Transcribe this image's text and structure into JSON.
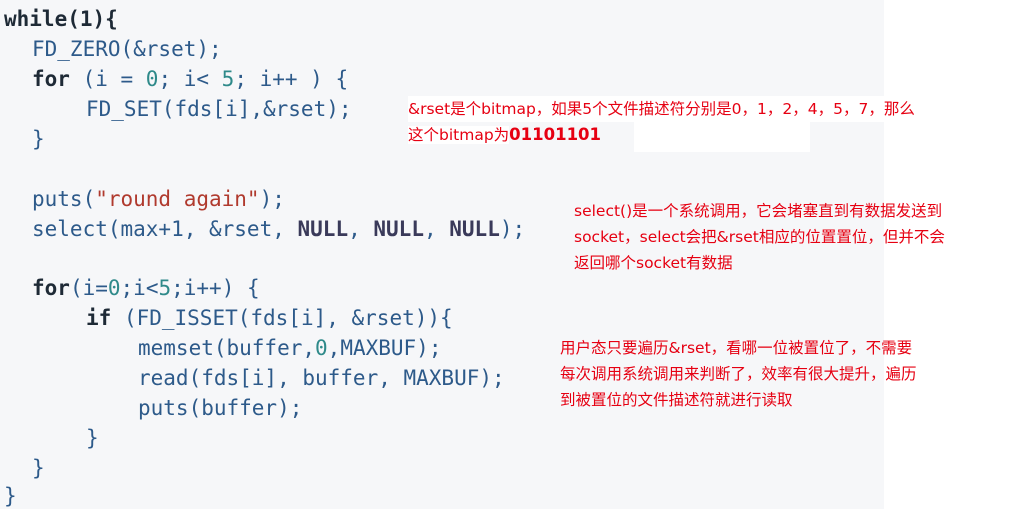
{
  "code": {
    "l1_kw": "while",
    "l1_rest": "(1){",
    "l2": "FD_ZERO(&rset);",
    "l3_kw": "for",
    "l3_a": " (i = ",
    "l3_n1": "0",
    "l3_b": "; i< ",
    "l3_n2": "5",
    "l3_c": "; i++ ) {",
    "l4": "FD_SET(fds[i],&rset);",
    "l5": "}",
    "l7_a": "puts(",
    "l7_str": "\"round again\"",
    "l7_b": ");",
    "l8_a": "select(max+1, &rset, ",
    "l8_n1": "NULL",
    "l8_s1": ", ",
    "l8_n2": "NULL",
    "l8_s2": ", ",
    "l8_n3": "NULL",
    "l8_b": ");",
    "l10_kw": "for",
    "l10_a": "(i=",
    "l10_n1": "0",
    "l10_b": ";i<",
    "l10_n2": "5",
    "l10_c": ";i++) {",
    "l11_kw": "if",
    "l11_rest": " (FD_ISSET(fds[i], &rset)){",
    "l12_a": "memset(buffer,",
    "l12_n": "0",
    "l12_b": ",MAXBUF);",
    "l13": "read(fds[i], buffer, MAXBUF);",
    "l14": "puts(buffer);",
    "l15": "}",
    "l16": "}",
    "l17": "}"
  },
  "annotations": {
    "bitmap_line1": "&rset是个bitmap，如果5个文件描述符分别是0，1，2，4，5，7，那么",
    "bitmap_line2_prefix": "这个bitmap为",
    "bitmap_value": "01101101",
    "select_line1": "select()是一个系统调用，它会堵塞直到有数据发送到",
    "select_line2": "socket，select会把&rset相应的位置置位，但并不会",
    "select_line3": "返回哪个socket有数据",
    "user_line1": "用户态只要遍历&rset，看哪一位被置位了，不需要",
    "user_line2": "每次调用系统调用来判断了，效率有很大提升，遍历",
    "user_line3": "到被置位的文件描述符就进行读取"
  },
  "colors": {
    "annotation": "#e60012",
    "code_background": "#f6f7f9"
  }
}
